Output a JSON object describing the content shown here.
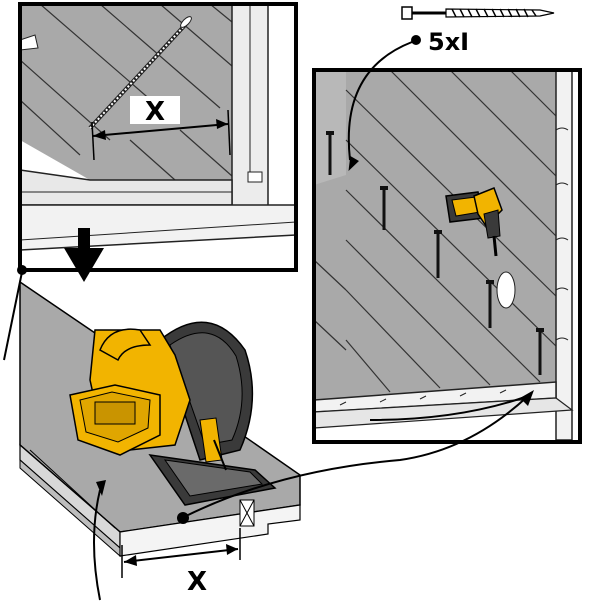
{
  "labels": {
    "screw_count": "5xI",
    "measure_top": "X",
    "measure_bottom": "X"
  },
  "icons": [
    "screw-icon",
    "drill-icon",
    "circular-saw-icon",
    "arrow-down-icon"
  ],
  "colors": {
    "panel_gray": "#a9a9a9",
    "panel_dark": "#8e8e8e",
    "tool_yellow": "#f2b400",
    "tool_dark": "#3a3a3a",
    "outline": "#000000"
  }
}
